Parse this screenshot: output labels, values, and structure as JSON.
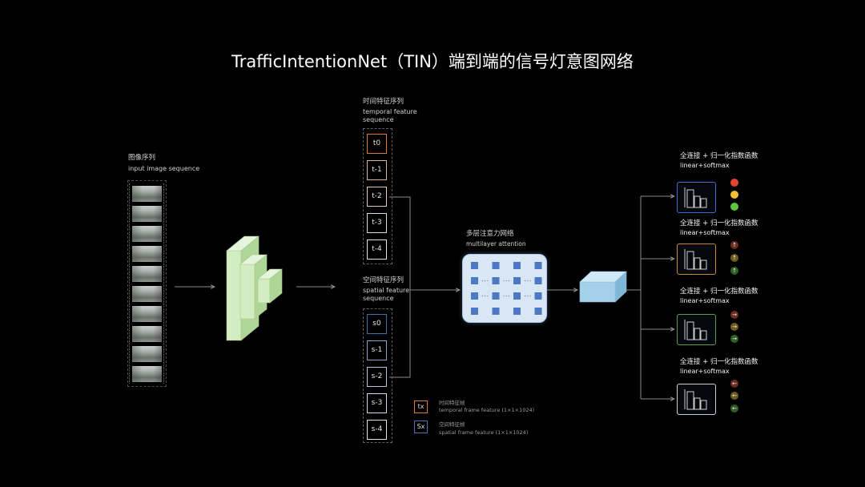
{
  "title": "TrafficIntentionNet（TIN）端到端的信号灯意图网络",
  "input_sequence": {
    "label_zh": "图像序列",
    "label_en": "input image sequence"
  },
  "temporal": {
    "label_zh": "时间特征序列",
    "label_en": "temporal feature",
    "label_en_2": "sequence",
    "items": [
      {
        "text": "t0",
        "color": "#d9783b"
      },
      {
        "text": "t-1",
        "color": "#e0b48e"
      },
      {
        "text": "t-2",
        "color": "#e6cdb2"
      },
      {
        "text": "t-3",
        "color": "#e2dcd2"
      },
      {
        "text": "t-4",
        "color": "#e6e2db"
      }
    ]
  },
  "spatial": {
    "label_zh": "空间特征序列",
    "label_en": "spatial feature",
    "label_en_2": "sequence",
    "items": [
      {
        "text": "s0",
        "color": "#3f6ea9"
      },
      {
        "text": "s-1",
        "color": "#8aa4c8"
      },
      {
        "text": "s-2",
        "color": "#b6c6dc"
      },
      {
        "text": "s-3",
        "color": "#d2dbe6"
      },
      {
        "text": "s-4",
        "color": "#e0e4ea"
      }
    ]
  },
  "attention": {
    "label_zh": "多层注意力网络",
    "label_en": "multilayer attention"
  },
  "outputs": [
    {
      "label_zh": "全连接 + 归一化指数函数",
      "label_en": "linear+softmax",
      "color": "#3f6fd6",
      "icons": [
        {
          "name": "red-light-icon",
          "color": "#e8432e"
        },
        {
          "name": "yellow-light-icon",
          "color": "#f3c12c"
        },
        {
          "name": "green-light-icon",
          "color": "#5dc63e"
        }
      ]
    },
    {
      "label_zh": "全连接 + 归一化指数函数",
      "label_en": "linear+softmax",
      "color": "#c48a3c",
      "icons": [
        {
          "name": "straight-arrow-icon",
          "color": "#6c2d24"
        },
        {
          "name": "straight-arrow-icon",
          "color": "#6d5c22"
        },
        {
          "name": "straight-arrow-icon",
          "color": "#2f5f27"
        }
      ]
    },
    {
      "label_zh": "全连接 + 归一化指数函数",
      "label_en": "linear+softmax",
      "color": "#5f9a4c",
      "icons": [
        {
          "name": "right-arrow-icon",
          "color": "#6c2d24"
        },
        {
          "name": "right-arrow-icon",
          "color": "#6d5c22"
        },
        {
          "name": "right-arrow-icon",
          "color": "#2f5f27"
        }
      ]
    },
    {
      "label_zh": "全连接 + 归一化指数函数",
      "label_en": "linear+softmax",
      "color": "#cfcfcf",
      "icons": [
        {
          "name": "left-arrow-icon",
          "color": "#6c2d24"
        },
        {
          "name": "left-arrow-icon",
          "color": "#6d5c22"
        },
        {
          "name": "left-arrow-icon",
          "color": "#2f5f27"
        }
      ]
    }
  ],
  "legend": [
    {
      "symbol": "tx",
      "label_zh": "时间特征帧",
      "label_en": "temporal frame feature (1×1×1024)",
      "color": "#d9783b"
    },
    {
      "symbol": "Sx",
      "label_zh": "空间特征帧",
      "label_en": "spatial frame feature (1×1×1024)",
      "color": "#4a70b0"
    }
  ],
  "colors": {
    "background": "#000000",
    "connector": "#8c8c8c",
    "attention_cell": "#4d79c4",
    "attention_dots": "#7f98b8",
    "histogram_stroke": "#d0d0d0"
  }
}
